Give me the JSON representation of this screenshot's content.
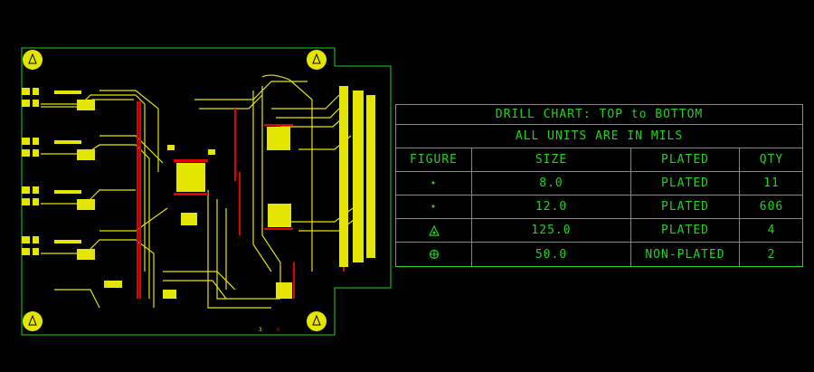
{
  "drill_chart": {
    "title": "DRILL CHART: TOP to BOTTOM",
    "subtitle": "ALL UNITS ARE IN MILS",
    "headers": [
      "FIGURE",
      "SIZE",
      "PLATED",
      "QTY"
    ],
    "rows": [
      {
        "figure": "dot-small-icon",
        "size": "8.0",
        "plated": "PLATED",
        "qty": "11"
      },
      {
        "figure": "dot-medium-icon",
        "size": "12.0",
        "plated": "PLATED",
        "qty": "606"
      },
      {
        "figure": "triangle-icon",
        "size": "125.0",
        "plated": "PLATED",
        "qty": "4"
      },
      {
        "figure": "circle-cross-icon",
        "size": "50.0",
        "plated": "NON-PLATED",
        "qty": "2"
      }
    ]
  },
  "board": {
    "labels": [
      "3",
      "6"
    ]
  },
  "colors": {
    "background": "#000000",
    "outline": "#1fd51f",
    "copper": "#e5e600",
    "keepout": "#e00000"
  }
}
